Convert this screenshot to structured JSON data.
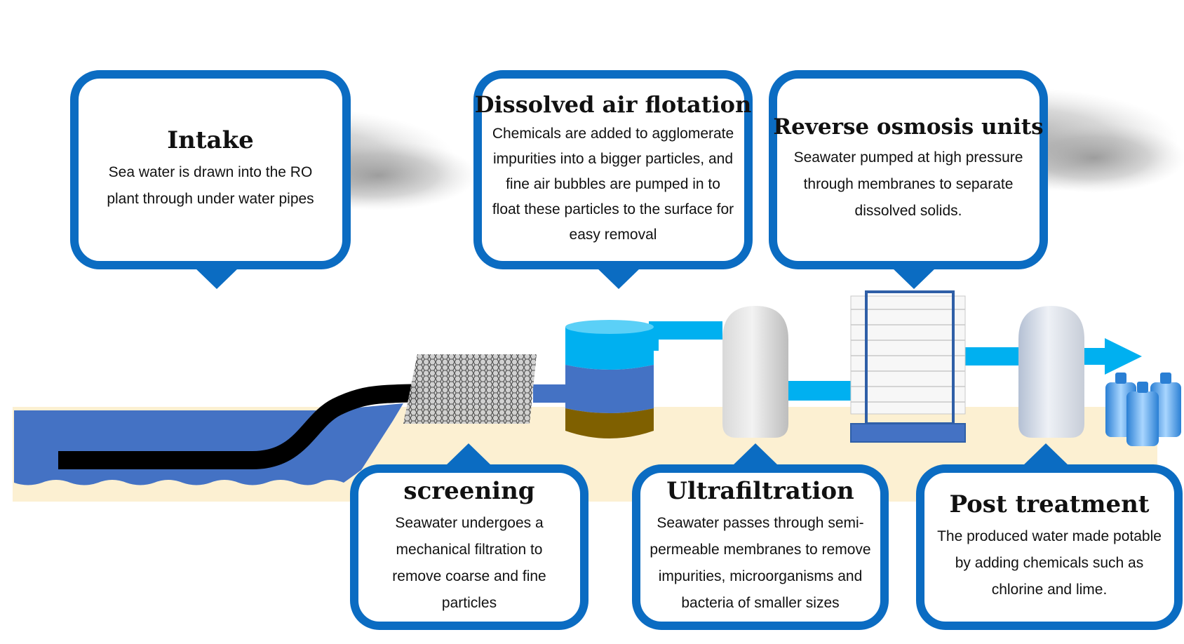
{
  "colors": {
    "sea": "#4472c4",
    "sand": "#fcf0d2",
    "callout_border": "#0b6cc2",
    "flow": "#00b0f0",
    "pipe": "#000000",
    "daf_top": "#00b0f0",
    "daf_middle": "#4472c4",
    "daf_bottom": "#7f6000"
  },
  "icons": {
    "screen": "mesh-screen-icon",
    "tank": "daf-tank-icon",
    "uf_vessel": "ultrafiltration-vessel-icon",
    "ro_rack": "reverse-osmosis-rack-icon",
    "post_vessel": "post-treatment-vessel-icon",
    "bottles": "water-bottles-icon",
    "arrow": "flow-arrow-icon"
  },
  "steps": {
    "intake": {
      "title": "Intake",
      "text": "Sea water is drawn into the RO plant through under water pipes"
    },
    "screening": {
      "title": "screening",
      "text": "Seawater undergoes a mechanical filtration to remove coarse and fine particles"
    },
    "daf": {
      "title": "Dissolved air flotation",
      "text": "Chemicals are added to agglomerate impurities into a bigger particles, and fine air bubbles are pumped in to float these particles to the surface for easy removal"
    },
    "uf": {
      "title": "Ultrafiltration",
      "text": "Seawater passes through semi-permeable membranes to remove impurities, microorganisms and bacteria of smaller sizes"
    },
    "ro": {
      "title": "Reverse osmosis units",
      "text": "Seawater pumped at high pressure through membranes to separate dissolved solids."
    },
    "post": {
      "title": "Post treatment",
      "text": "The produced water made potable by adding chemicals such as chlorine and lime."
    }
  }
}
